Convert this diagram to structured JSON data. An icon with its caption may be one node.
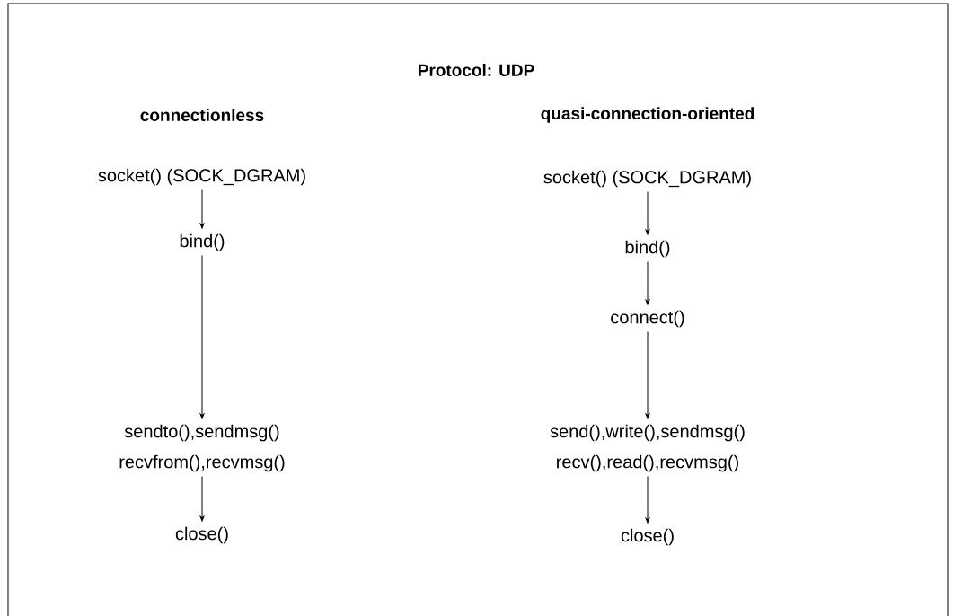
{
  "diagram": {
    "title": "Protocol: UDP",
    "nodes": [
      {
        "text": [
          "socket() (SOCK_DGRAM)"
        ]
      },
      {
        "text": [
          "bind()"
        ]
      },
      {
        "text": [
          "sendto(),sendmsg()",
          "recvfrom(),recvmsg()"
        ]
      },
      {
        "text": [
          "close()"
        ]
      },
      {
        "text": [
          "socket() (SOCK_DGRAM)"
        ]
      },
      {
        "text": [
          "bind()"
        ]
      },
      {
        "text": [
          "connect()"
        ]
      },
      {
        "text": [
          "send(),write(),sendmsg()",
          "recv(),read(),recvmsg()"
        ]
      },
      {
        "text": [
          "close()"
        ]
      }
    ],
    "edges": [
      {
        "from": 0,
        "to": 1,
        "arrow": "to"
      },
      {
        "from": 1,
        "to": 2,
        "arrow": "to"
      },
      {
        "from": 2,
        "to": 3,
        "arrow": "to"
      },
      {
        "from": 4,
        "to": 5,
        "arrow": "to"
      },
      {
        "from": 5,
        "to": 6,
        "arrow": "to"
      },
      {
        "from": 6,
        "to": 7,
        "arrow": "to"
      },
      {
        "from": 7,
        "to": 8,
        "arrow": "to"
      }
    ],
    "labels": [
      "connectionless",
      "quasi-connection-oriented"
    ]
  }
}
